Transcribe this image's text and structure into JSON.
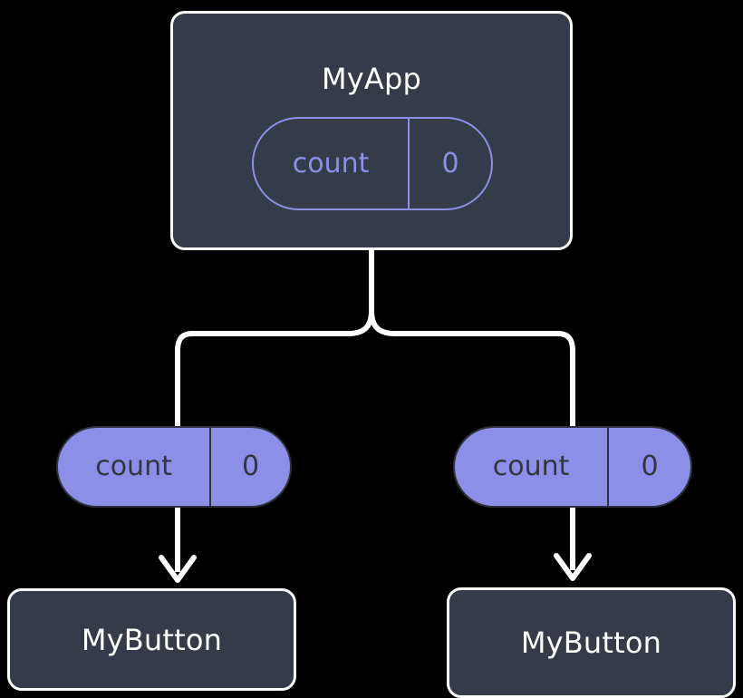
{
  "diagram": {
    "type": "widget-state-tree",
    "background_color": "#000000",
    "accent_color": "#8b8fe8",
    "node_fill_color": "#353b48",
    "node_border_color": "#ffffff",
    "connector_color": "#ffffff"
  },
  "root": {
    "title": "MyApp",
    "state": {
      "key": "count",
      "value": "0"
    }
  },
  "branches": [
    {
      "state": {
        "key": "count",
        "value": "0"
      },
      "child": {
        "title": "MyButton"
      }
    },
    {
      "state": {
        "key": "count",
        "value": "0"
      },
      "child": {
        "title": "MyButton"
      }
    }
  ]
}
